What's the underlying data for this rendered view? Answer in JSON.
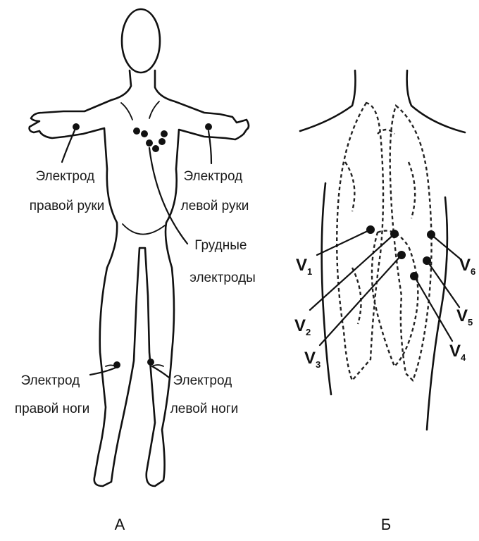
{
  "panel_a": {
    "caption": "А",
    "labels": {
      "right_arm": [
        "Электрод",
        "правой руки"
      ],
      "left_arm": [
        "Электрод",
        "левой руки"
      ],
      "chest": [
        "Грудные",
        "электроды"
      ],
      "right_leg": [
        "Электрод",
        "правой ноги"
      ],
      "left_leg": [
        "Электрод",
        "левой ноги"
      ]
    }
  },
  "panel_b": {
    "caption": "Б",
    "leads": [
      {
        "letter": "V",
        "sub": "1"
      },
      {
        "letter": "V",
        "sub": "2"
      },
      {
        "letter": "V",
        "sub": "3"
      },
      {
        "letter": "V",
        "sub": "4"
      },
      {
        "letter": "V",
        "sub": "5"
      },
      {
        "letter": "V",
        "sub": "6"
      }
    ]
  },
  "colors": {
    "ink": "#111111",
    "background": "#ffffff"
  }
}
